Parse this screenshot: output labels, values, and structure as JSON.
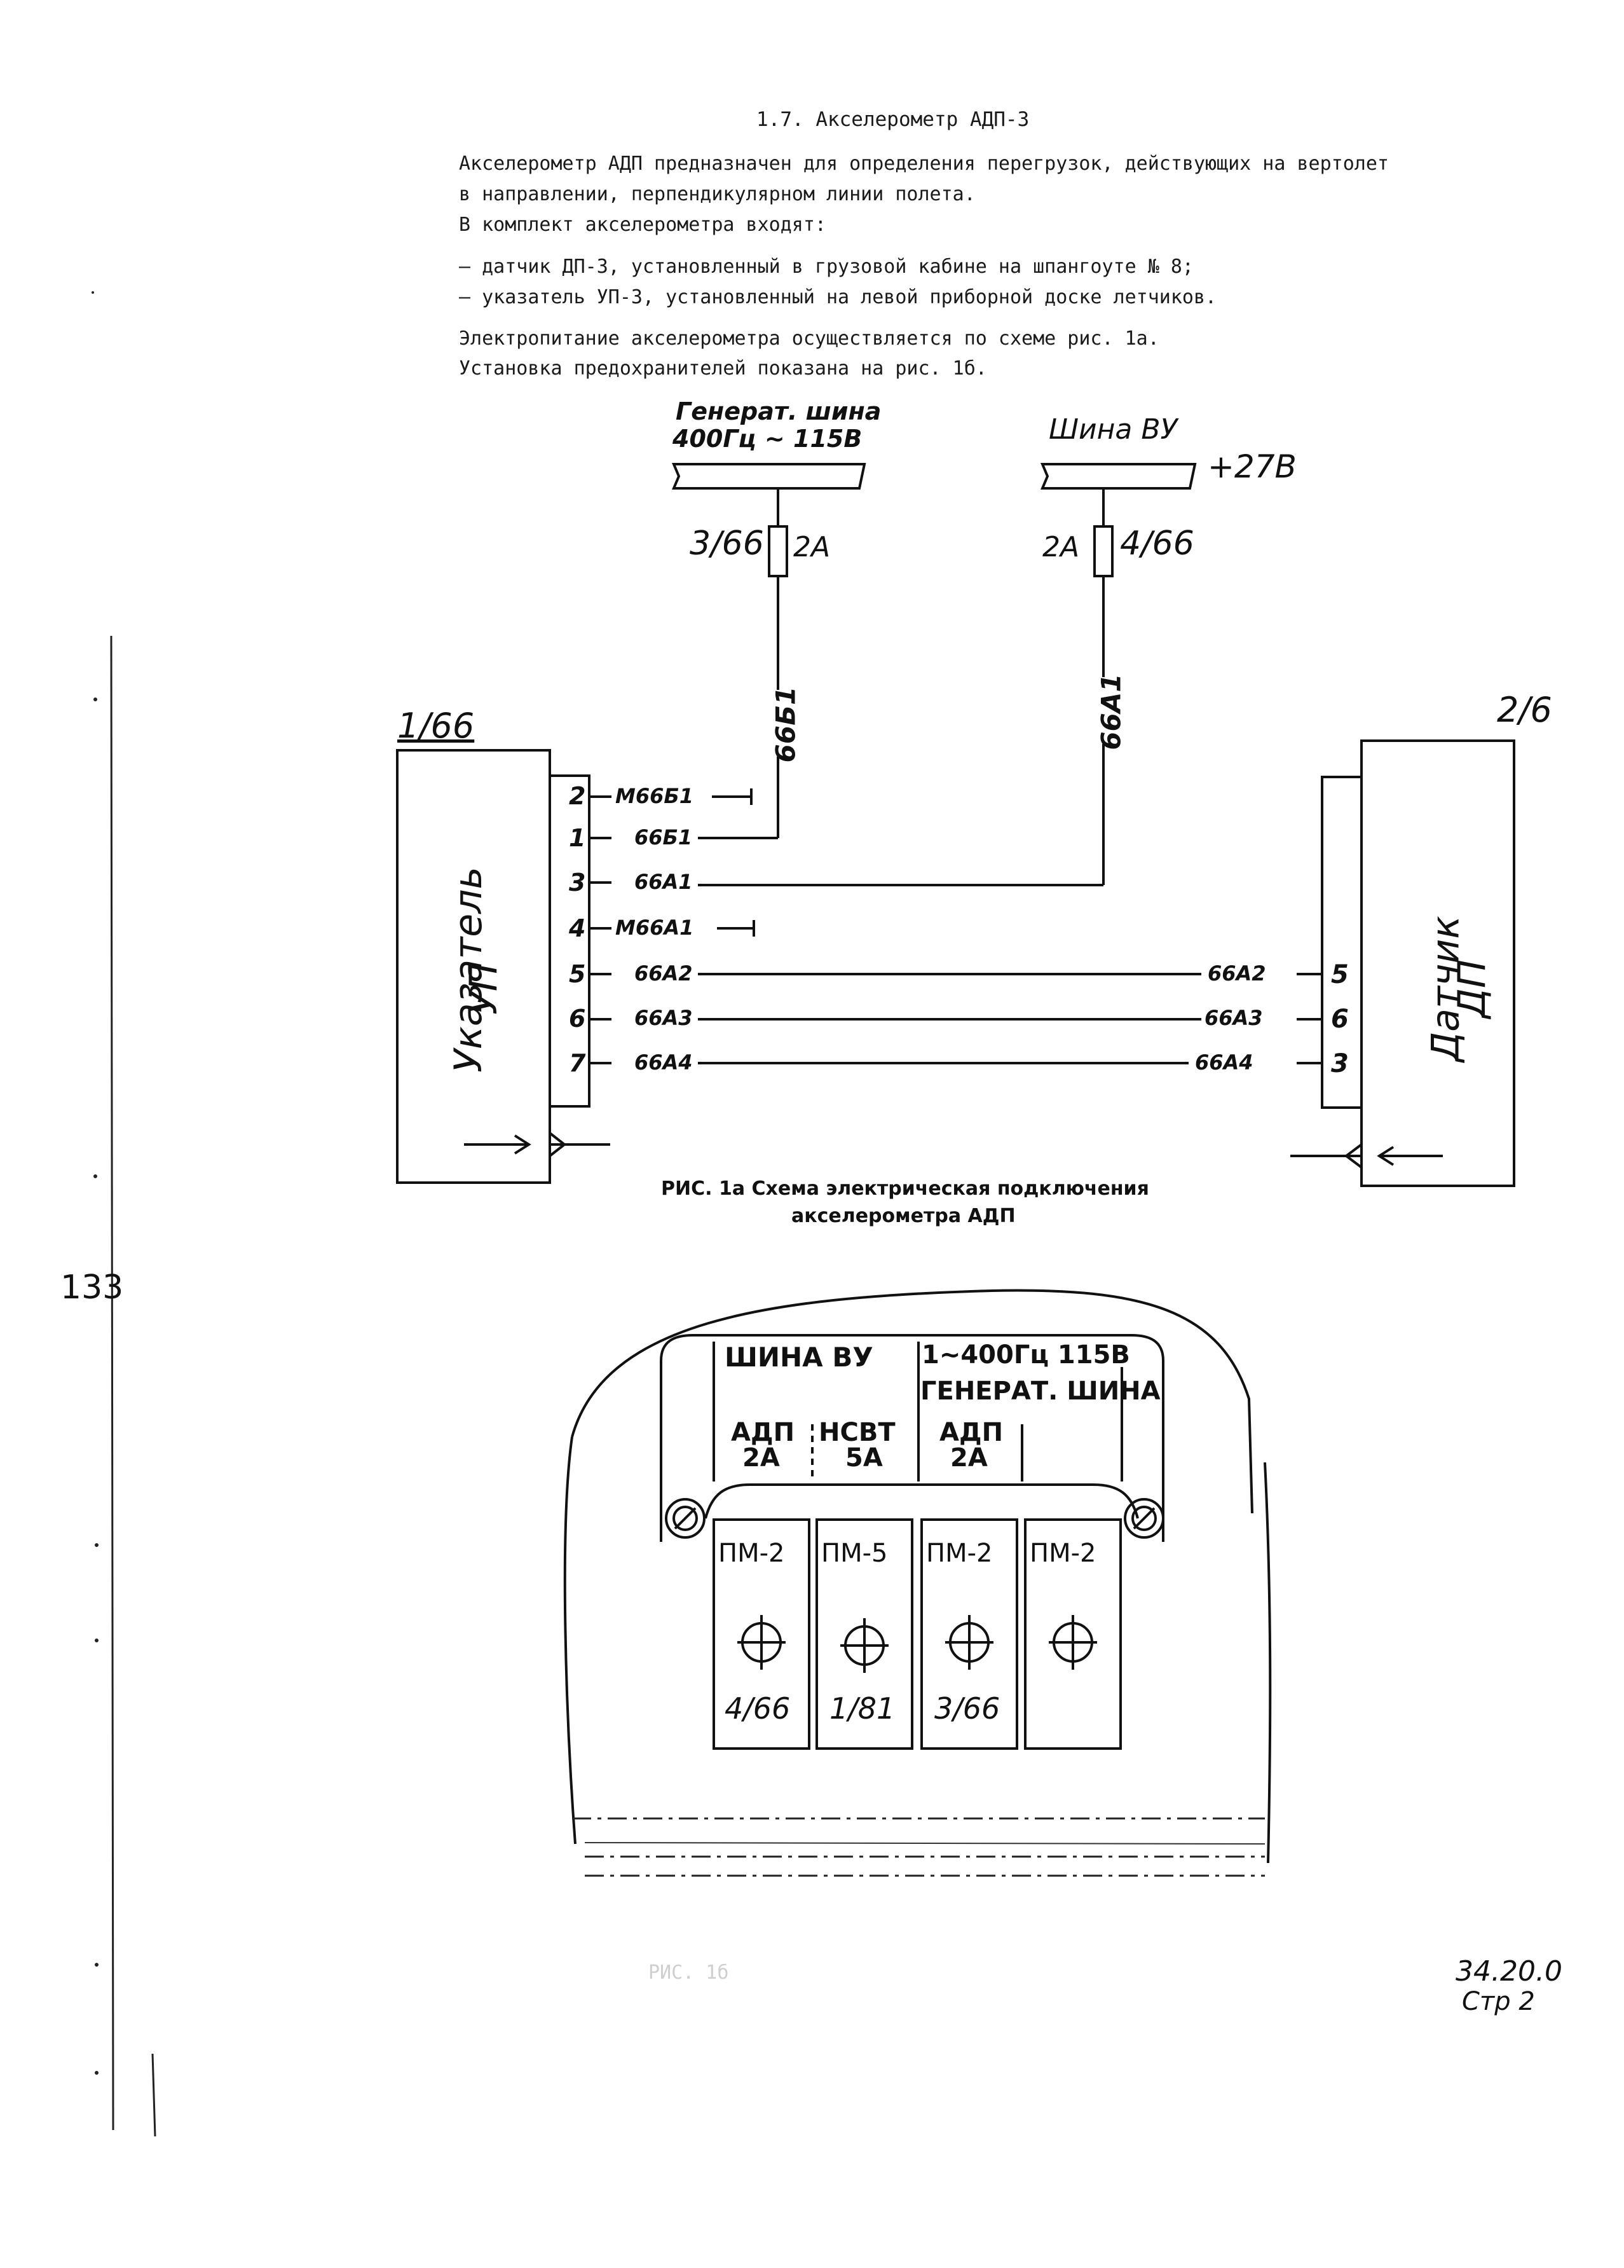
{
  "section_title": "1.7. Акселерометр АДП-3",
  "paragraph": {
    "line1": "Акселерометр АДП предназначен для определения перегрузок, действующих на вертолет",
    "line2": "в направлении, перпендикулярном линии полета.",
    "line3": "В комплект акселерометра входят:"
  },
  "list": {
    "item1": "– датчик ДП-3, установленный в грузовой кабине на шпангоуте № 8;",
    "item2": "– указатель УП-3, установленный на левой приборной доске летчиков."
  },
  "power": {
    "line1": "Электропитание акселерометра осуществляется по схеме рис. 1а.",
    "line2": "Установка предохранителей показана на рис. 1б."
  },
  "diagram": {
    "bus_left": {
      "line1": "Генерат. шина",
      "line2": "400Гц ~ 115В"
    },
    "bus_right": {
      "label": "Шина ВУ",
      "voltage": "+27В"
    },
    "fuse_left": {
      "ref": "3/66",
      "rating": "2А"
    },
    "fuse_right": {
      "ref": "4/66",
      "rating": "2А"
    },
    "wire_left": "66Б1",
    "wire_right": "66А1",
    "indicator": {
      "ref": "1/66",
      "name": "Указатель",
      "type": "УП"
    },
    "sensor": {
      "ref": "2/6",
      "name": "Датчик",
      "type": "ДП"
    },
    "left_pins": [
      {
        "pin": "2",
        "wire": "М66Б1"
      },
      {
        "pin": "1",
        "wire": "66Б1"
      },
      {
        "pin": "3",
        "wire": "66А1"
      },
      {
        "pin": "4",
        "wire": "М66А1"
      },
      {
        "pin": "5",
        "wire": "66А2"
      },
      {
        "pin": "6",
        "wire": "66А3"
      },
      {
        "pin": "7",
        "wire": "66А4"
      }
    ],
    "right_pins": [
      {
        "pin": "5",
        "wire": "66А2"
      },
      {
        "pin": "6",
        "wire": "66А3"
      },
      {
        "pin": "3",
        "wire": "66А4"
      }
    ],
    "caption": {
      "line1": "РИС. 1а Схема электрическая подключения",
      "line2": "акселерометра АДП"
    }
  },
  "panel": {
    "header_left": "ШИНА ВУ",
    "header_right": {
      "line1": "1~400Гц 115В",
      "line2": "ГЕНЕРАТ. ШИНА"
    },
    "labels": [
      {
        "name": "АДП",
        "rating": "2А"
      },
      {
        "name": "НСВТ",
        "rating": "5А"
      },
      {
        "name": "АДП",
        "rating": "2А"
      }
    ],
    "fuses": [
      {
        "type": "ПМ-2",
        "ref": "4/66"
      },
      {
        "type": "ПМ-5",
        "ref": "1/81"
      },
      {
        "type": "ПМ-2",
        "ref": "3/66"
      },
      {
        "type": "ПМ-2",
        "ref": ""
      }
    ],
    "faded_caption": "РИС. 1б"
  },
  "margin_number": "133",
  "footer": {
    "code": "34.20.0",
    "page": "Стр 2"
  }
}
